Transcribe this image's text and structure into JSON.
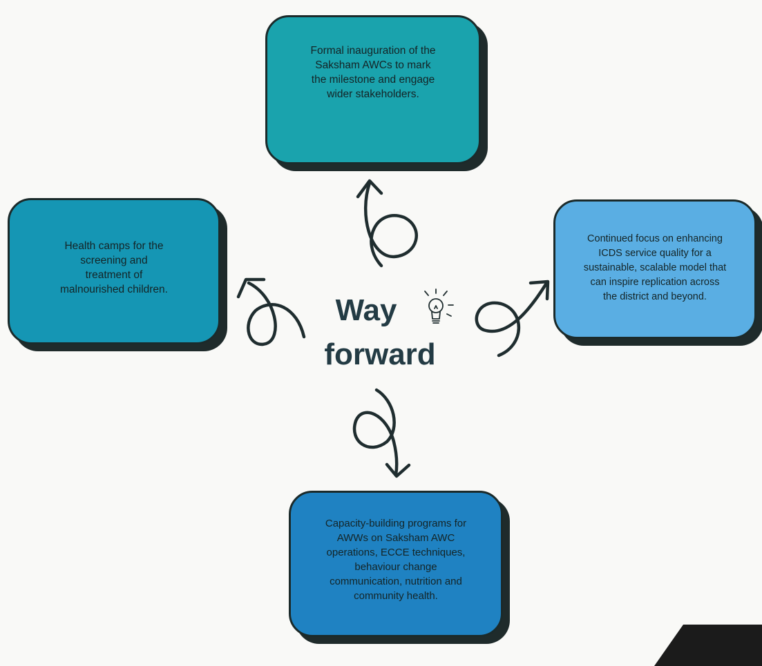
{
  "center": {
    "line1": "Way",
    "line2": "forward",
    "icon": "lightbulb-icon"
  },
  "cards": {
    "top": "Formal inauguration of the\nSaksham AWCs to mark\nthe milestone and engage\nwider stakeholders.",
    "left": "Health camps for the\nscreening and\ntreatment of\nmalnourished children.",
    "right": "Continued focus on enhancing\nICDS service quality for a\nsustainable, scalable model that\ncan inspire replication across\nthe district and beyond.",
    "bottom": "Capacity-building programs for\nAWWs on Saksham AWC\noperations, ECCE techniques,\nbehaviour change\ncommunication, nutrition and\ncommunity health."
  },
  "colors": {
    "top": "#1aa3ad",
    "left": "#1596b4",
    "right": "#5aaee3",
    "bottom": "#1f82c2",
    "outline": "#1b2a2a"
  }
}
